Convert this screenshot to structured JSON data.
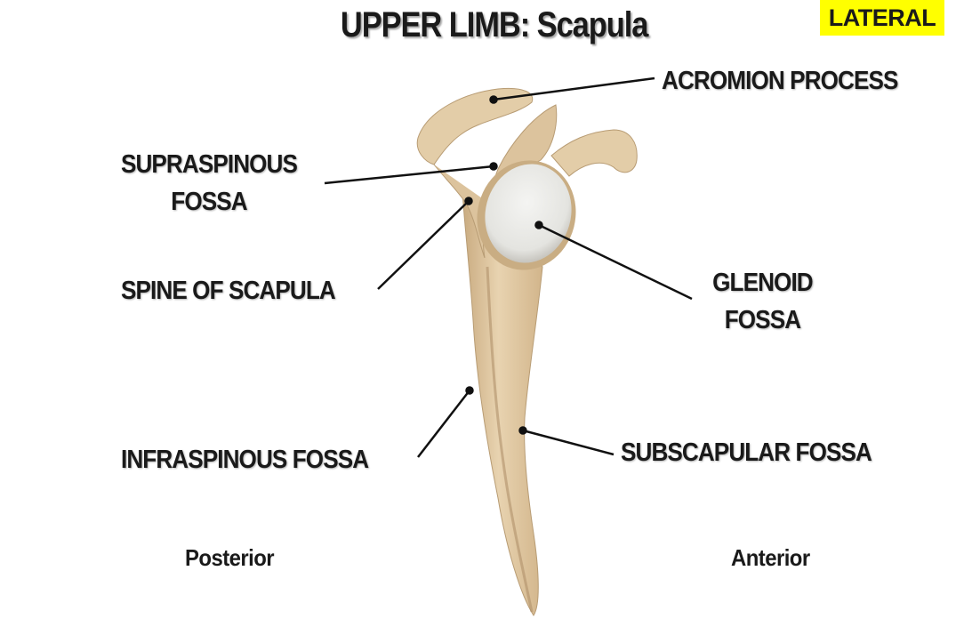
{
  "title": "UPPER LIMB: Scapula",
  "view_badge": "LATERAL",
  "labels": {
    "acromion": "ACROMION PROCESS",
    "supraspinous_line1": "SUPRASPINOUS",
    "supraspinous_line2": "FOSSA",
    "spine": "SPINE OF SCAPULA",
    "glenoid_line1": "GLENOID",
    "glenoid_line2": "FOSSA",
    "infraspinous": "INFRASPINOUS FOSSA",
    "subscapular": "SUBSCAPULAR FOSSA"
  },
  "orientation": {
    "left": "Posterior",
    "right": "Anterior"
  },
  "colors": {
    "badge": "#ffff00",
    "bone": "#e2cba6",
    "bone_shadow": "#c2a37a",
    "glenoid": "#eeeeec",
    "leader": "#111111"
  }
}
